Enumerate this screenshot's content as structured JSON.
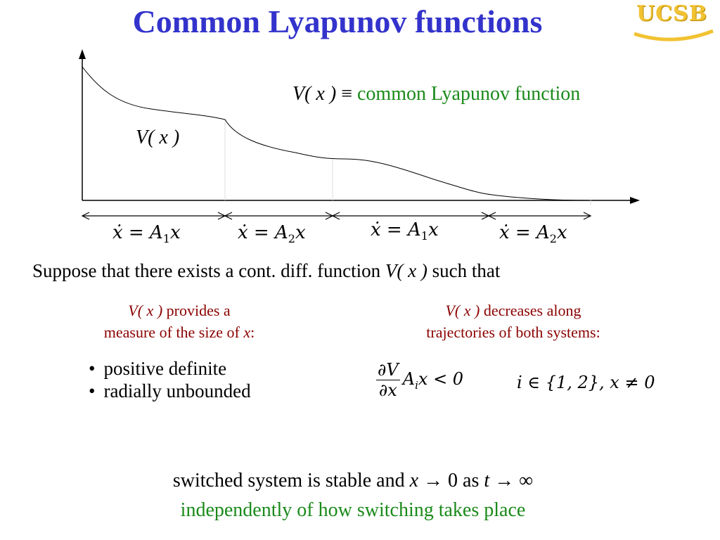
{
  "title": "Common Lyapunov functions",
  "logo_text": "UCSB",
  "definition": {
    "lhs": "V( x )",
    "equiv": "≡",
    "rhs": "common Lyapunov function"
  },
  "curve_label": "V( x )",
  "modes": [
    {
      "lhs": "ẋ = A",
      "sub": "1",
      "rhs": "x"
    },
    {
      "lhs": "ẋ = A",
      "sub": "2",
      "rhs": "x"
    },
    {
      "lhs": "ẋ = A",
      "sub": "1",
      "rhs": "x"
    },
    {
      "lhs": "ẋ = A",
      "sub": "2",
      "rhs": "x"
    }
  ],
  "suppose": {
    "before": "Suppose that there exists a cont. diff. function ",
    "func": "V( x )",
    "after": " such that"
  },
  "left_col": {
    "line1_func": "V( x )",
    "line1_rest": " provides a",
    "line2": "measure of the size of ",
    "line2_var": "x",
    "line2_end": ":"
  },
  "right_col": {
    "line1_func": "V( x )",
    "line1_rest": " decreases along",
    "line2": "trajectories of both systems:"
  },
  "bullets": [
    "positive definite",
    "radially unbounded"
  ],
  "inequality": {
    "num": "∂V",
    "den": "∂x",
    "rest_a": "A",
    "rest_sub": "i",
    "rest_b": "x < 0"
  },
  "condition": "i ∈ {1, 2}, x ≠ 0",
  "conclusion": {
    "a": "switched system is stable and ",
    "x": "x",
    "b": " → 0 as ",
    "t": "t",
    "c": " → ∞"
  },
  "conclusion2": "independently of how switching takes place",
  "colors": {
    "title": "#3333cc",
    "green": "#1a8a1a",
    "darkred": "#8b0000",
    "logo": "#f1c232"
  }
}
